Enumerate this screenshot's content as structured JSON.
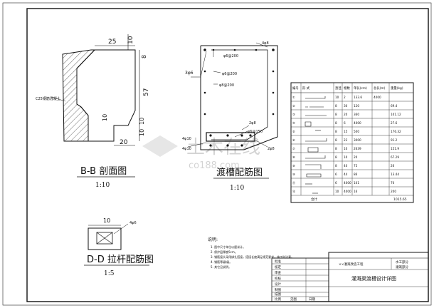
{
  "views": {
    "bb": {
      "title": "B-B 剖面图",
      "scale": "1:10",
      "side_label": "C25钢筋混凝土",
      "dims": {
        "top": "25",
        "top_small": "10",
        "d8": "8",
        "d57": "57",
        "d10a": "10",
        "d10b": "10",
        "d10c": "10",
        "d20": "20"
      }
    },
    "flume": {
      "title": "渡槽配筋图",
      "scale": "1:10",
      "callouts": {
        "c1": "3φ6",
        "c2": "φ6@200",
        "c3": "φ6@200",
        "c4": "φ8@200",
        "c5": "2φ8",
        "c6": "4φ8",
        "c7": "φ6@150",
        "c8": "4φ10",
        "c9": "4φ10",
        "c10": "2φ8"
      }
    },
    "dd": {
      "title": "D-D 拉杆配筋图",
      "scale": "1:5",
      "dim": "10",
      "callout": "4φ6"
    }
  },
  "rebar_table": {
    "headers": [
      "编号",
      "形 式",
      "直径",
      "根数",
      "单长(cm)",
      "总长(m)",
      "重量(kg)"
    ],
    "rows": [
      [
        "①",
        "",
        "10",
        "2",
        "133.6",
        "4000",
        ""
      ],
      [
        "②",
        "",
        "8",
        "30",
        "120",
        "",
        "69.4"
      ],
      [
        "③",
        "",
        "8",
        "20",
        "360",
        "",
        "101.12"
      ],
      [
        "④",
        "",
        "8",
        "6",
        "4000",
        "",
        "27.6"
      ],
      [
        "⑤",
        "",
        "8",
        "15",
        "500",
        "",
        "176.32"
      ],
      [
        "⑥",
        "",
        "8",
        "22",
        "3000",
        "",
        "91.2"
      ],
      [
        "⑦",
        "",
        "8",
        "10",
        "2639",
        "",
        "151.9"
      ],
      [
        "⑧",
        "",
        "8",
        "10",
        "20",
        "",
        "67.29"
      ],
      [
        "⑨",
        "",
        "8",
        "40",
        "75",
        "",
        "26"
      ],
      [
        "⑩",
        "",
        "6",
        "44",
        "86",
        "",
        "13.44"
      ],
      [
        "⑪",
        "",
        "6",
        "4000",
        "101",
        "",
        "70"
      ],
      [
        "⑫",
        "",
        "10",
        "4000",
        "16",
        "",
        "200"
      ]
    ],
    "total_label": "合计",
    "total_value": "1015.65"
  },
  "notes": {
    "heading": "说明:",
    "lines": [
      "1. 图中尺寸单位以厘米计。",
      "2. 保护层厚度5cm。",
      "3. 钢筋接头采用绑扎搭接，搭接长度满足规范要求，施工时注意。",
      "4. 钢筋等级Ⅰ级。",
      "5. 其它见说明。"
    ]
  },
  "title_block": {
    "r1": [
      "批准",
      "",
      ""
    ],
    "r2": [
      "核定",
      "",
      "水工部分"
    ],
    "r3": [
      "审查",
      "",
      "灌溉部分"
    ],
    "main_title": "灌溉渠渡槽设计详图",
    "project": "××灌溉改造工程",
    "r4": [
      "校核"
    ],
    "r5": [
      "设计"
    ],
    "r6": [
      "制图"
    ],
    "r7": [
      "描图"
    ],
    "r8": [
      "比例",
      "见图",
      "日期"
    ]
  },
  "watermark": {
    "text": "土木在线",
    "sub": "co188.com"
  }
}
